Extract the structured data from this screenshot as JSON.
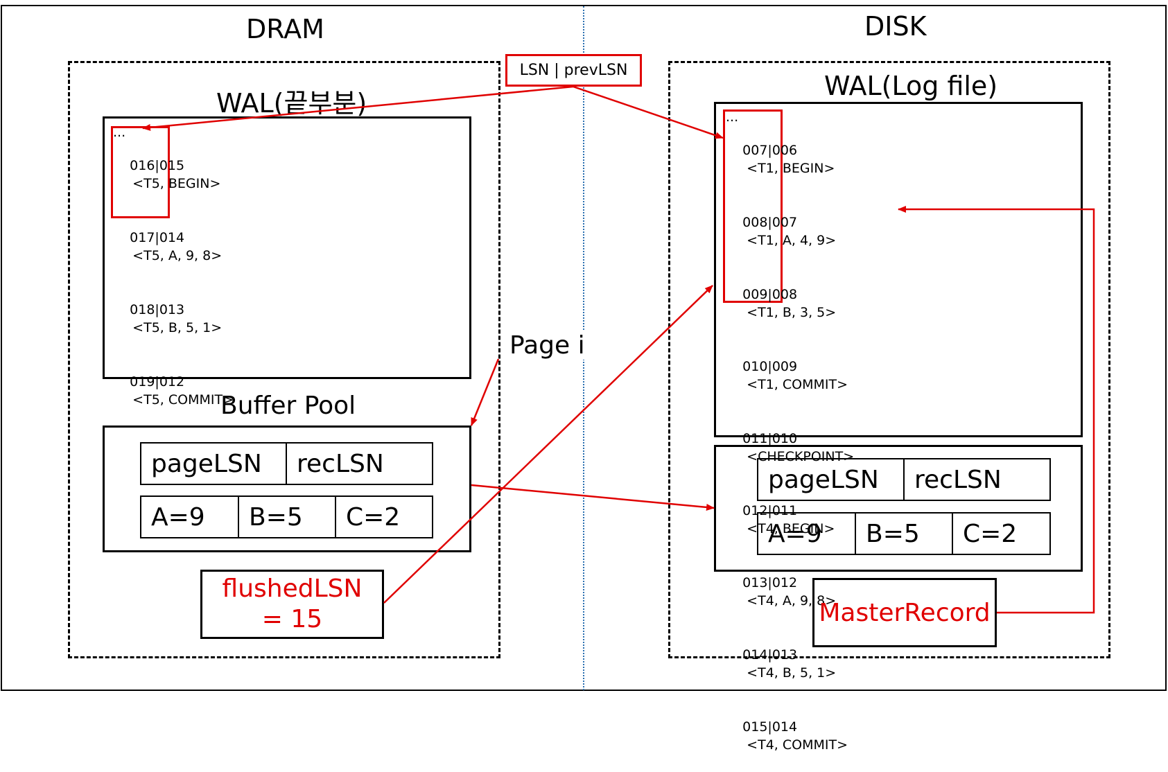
{
  "dram_label": "DRAM",
  "disk_label": "DISK",
  "lsn_legend": "LSN | prevLSN",
  "page_label": "Page i",
  "dram": {
    "wal_title": "WAL(끝부분)",
    "wal_ellipsis": "...",
    "wal_entries": [
      {
        "lsn": "016|015",
        "record": "<T5, BEGIN>"
      },
      {
        "lsn": "017|014",
        "record": "<T5, A, 9, 8>"
      },
      {
        "lsn": "018|013",
        "record": "<T5, B, 5, 1>"
      },
      {
        "lsn": "019|012",
        "record": "<T5, COMMIT>"
      }
    ],
    "buffer_pool_title": "Buffer Pool",
    "page": {
      "page_lsn": "pageLSN",
      "rec_lsn": "recLSN",
      "a": "A=9",
      "b": "B=5",
      "c": "C=2"
    },
    "flushed_lsn_line1": "flushedLSN",
    "flushed_lsn_line2": "= 15"
  },
  "disk": {
    "wal_title": "WAL(Log file)",
    "wal_ellipsis": "...",
    "wal_entries": [
      {
        "lsn": "007|006",
        "record": "<T1, BEGIN>"
      },
      {
        "lsn": "008|007",
        "record": "<T1, A, 4, 9>"
      },
      {
        "lsn": "009|008",
        "record": "<T1, B, 3, 5>"
      },
      {
        "lsn": "010|009",
        "record": "<T1, COMMIT>"
      },
      {
        "lsn": "011|010",
        "record": "<CHECKPOINT>"
      },
      {
        "lsn": "012|011",
        "record": "<T4, BEGIN>"
      },
      {
        "lsn": "013|012",
        "record": "<T4, A, 9, 8>"
      },
      {
        "lsn": "014|013",
        "record": "<T4, B, 5, 1>"
      },
      {
        "lsn": "015|014",
        "record": "<T4, COMMIT>"
      }
    ],
    "page": {
      "page_lsn": "pageLSN",
      "rec_lsn": "recLSN",
      "a": "A=9",
      "b": "B=5",
      "c": "C=2"
    },
    "master_record": "MasterRecord"
  },
  "colors": {
    "accent_red": "#e00000",
    "divider_blue": "#2a6fb0"
  }
}
